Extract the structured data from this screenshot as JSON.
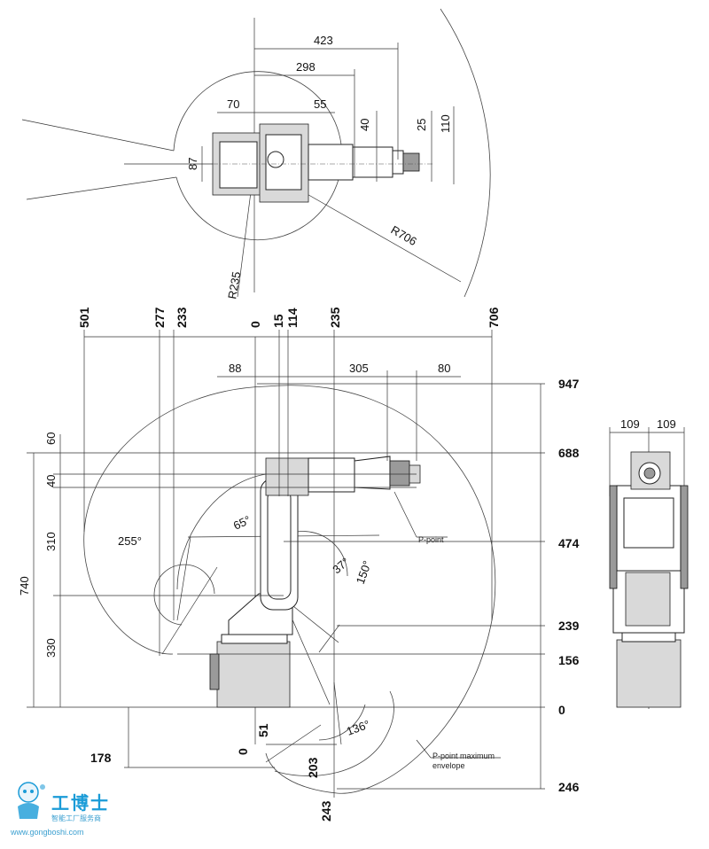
{
  "top_view": {
    "dims": [
      "423",
      "298",
      "70",
      "55",
      "40",
      "25",
      "110",
      "87",
      "R706",
      "R235"
    ]
  },
  "side_view": {
    "horizontal_top": [
      "501",
      "277",
      "233",
      "0",
      "15",
      "114",
      "235",
      "706"
    ],
    "horizontal_second": [
      "88",
      "305",
      "80"
    ],
    "vertical_right": [
      "947",
      "688",
      "474",
      "239",
      "156",
      "0",
      "246"
    ],
    "vertical_left": [
      "60",
      "40",
      "310",
      "740",
      "330"
    ],
    "angles": [
      "255°",
      "65°",
      "37°",
      "150°",
      "136°"
    ],
    "bottom_dims": [
      "178",
      "0",
      "51",
      "203",
      "243"
    ],
    "labels": {
      "p_point": "P-point",
      "envelope_line1": "P-point maximum",
      "envelope_line2": "envelope"
    }
  },
  "front_view": {
    "dims": [
      "109",
      "109"
    ]
  },
  "watermark": {
    "title": "工博士",
    "subtitle": "智能工厂服务商",
    "url": "www.gongboshi.com"
  },
  "colors": {
    "line": "#333333",
    "fill": "#d9d9d9",
    "logo": "#1a9bd7"
  }
}
